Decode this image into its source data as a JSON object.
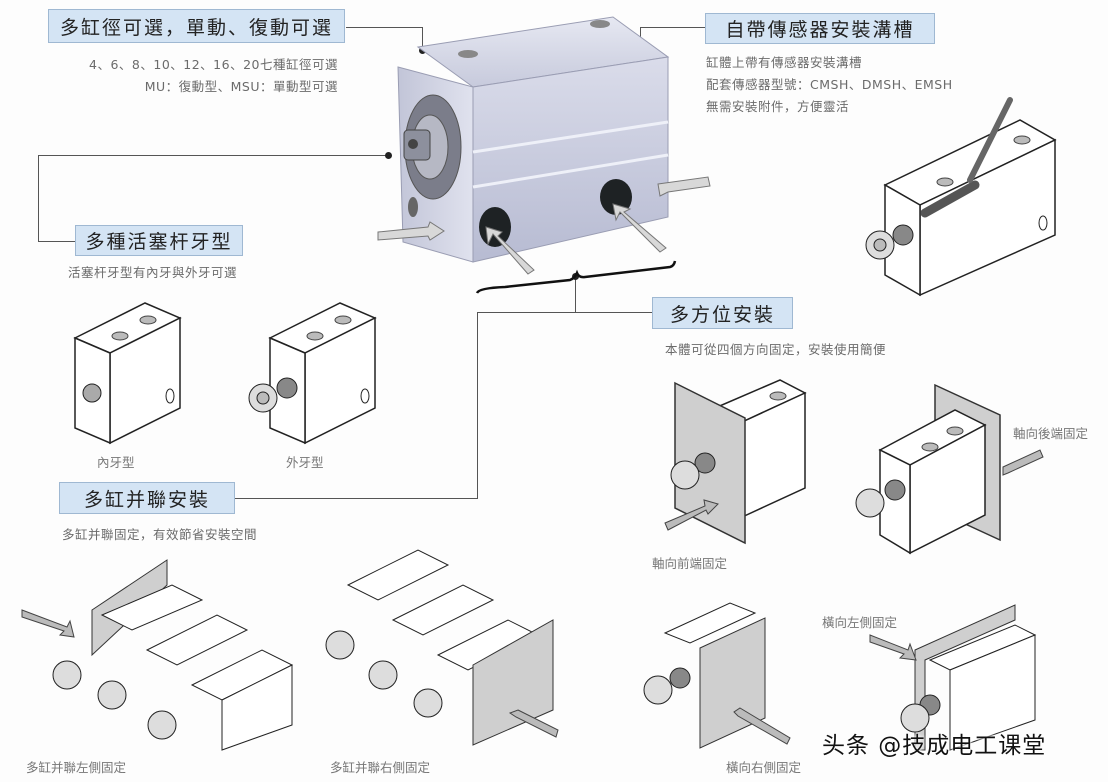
{
  "callouts": {
    "bore_options": {
      "title": "多缸徑可選，單動、復動可選",
      "lines": [
        "4、6、8、10、12、16、20七種缸徑可選",
        "MU：復動型、MSU：單動型可選"
      ]
    },
    "sensor_groove": {
      "title": "自帶傳感器安裝溝槽",
      "lines": [
        "缸體上帶有傳感器安裝溝槽",
        "配套傳感器型號：CMSH、DMSH、EMSH",
        "無需安裝附件，方便靈活"
      ]
    },
    "rod_thread": {
      "title": "多種活塞杆牙型",
      "lines": [
        "活塞杆牙型有內牙與外牙可選"
      ],
      "captions": [
        "內牙型",
        "外牙型"
      ]
    },
    "multi_mount": {
      "title": "多方位安裝",
      "lines": [
        "本體可從四個方向固定，安裝使用簡便"
      ],
      "captions": {
        "front": "軸向前端固定",
        "rear": "軸向後端固定",
        "left": "橫向左側固定",
        "right": "橫向右側固定"
      }
    },
    "parallel_mount": {
      "title": "多缸并聯安裝",
      "lines": [
        "多缸并聯固定，有效節省安裝空間"
      ],
      "captions": [
        "多缸并聯左側固定",
        "多缸并聯右側固定"
      ]
    }
  },
  "watermark": "头条 @技成电工课堂",
  "colors": {
    "label_bg": "#d4e4f4",
    "label_border": "#9fb8d2",
    "connector": "#555555",
    "cylinder_body": "#c9cde0",
    "plate": "#c8c8c8"
  }
}
